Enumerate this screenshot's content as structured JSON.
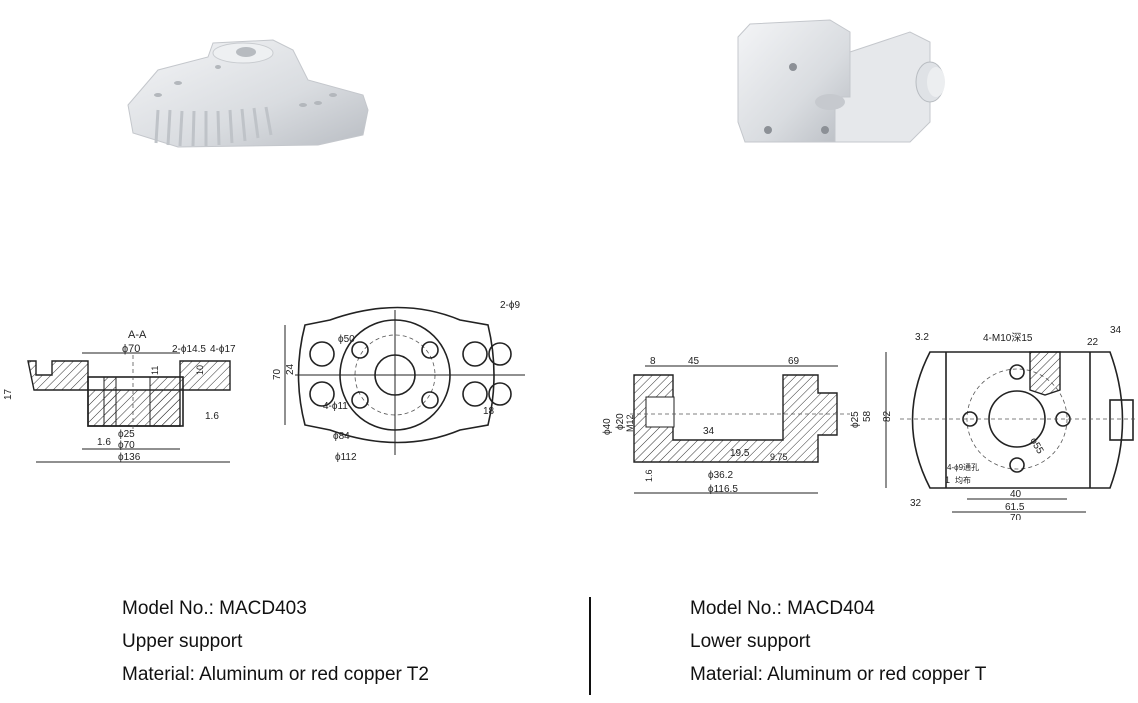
{
  "products": [
    {
      "model_line": "Model No.: MACD403",
      "name": "Upper support",
      "material": "Material: Aluminum or red copper T2",
      "section_label": "A-A",
      "dims": {
        "d70_top": "ϕ70",
        "holes_a": "2-ϕ14.5",
        "holes_b": "4-ϕ17",
        "h17": "17",
        "h11": "11",
        "h10": "10",
        "rough1": "1.6",
        "rough2": "1.6",
        "d25": "ϕ25",
        "d70_bot": "ϕ70",
        "d136": "ϕ136",
        "h70": "70",
        "h24": "24",
        "d50": "ϕ50",
        "holes_c": "2-ϕ9",
        "holes_d": "4-ϕ11",
        "w18": "18",
        "d84": "ϕ84",
        "d112": "ϕ112"
      }
    },
    {
      "model_line": "Model No.: MACD404",
      "name": "Lower support",
      "material": "Material: Aluminum or red copper T",
      "dims": {
        "w8": "8",
        "w45": "45",
        "w69": "69",
        "d40": "ϕ40",
        "d20": "ϕ20",
        "m12": "M12",
        "h34": "34",
        "h19_5": "19.5",
        "h9_75": "9.75",
        "d25": "ϕ25",
        "h58": "58",
        "rough16": "1.6",
        "d36_2": "ϕ36.2",
        "d116_5": "ϕ116.5",
        "rough32a": "3.2",
        "thread": "4-M10深15",
        "w34": "34",
        "w22": "22",
        "h82": "82",
        "d55": "ϕ55",
        "holes": "4-ϕ9通孔",
        "even": "均布",
        "w1": "1",
        "rough32b": "32",
        "w40": "40",
        "w61_5": "61.5",
        "w70": "70"
      }
    }
  ]
}
